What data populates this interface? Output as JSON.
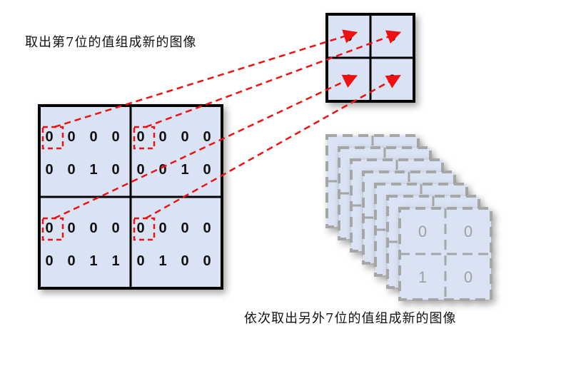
{
  "captions": {
    "top": "取出第7位的值组成新的图像",
    "bottom": "依次取出另外7位的值组成新的图像"
  },
  "source_grid": {
    "blocks": [
      [
        [
          "0",
          "0",
          "0",
          "0"
        ],
        [
          "0",
          "0",
          "1",
          "0"
        ]
      ],
      [
        [
          "0",
          "0",
          "0",
          "0"
        ],
        [
          "0",
          "0",
          "1",
          "0"
        ]
      ],
      [
        [
          "0",
          "0",
          "0",
          "0"
        ],
        [
          "0",
          "0",
          "1",
          "1"
        ]
      ],
      [
        [
          "0",
          "0",
          "0",
          "0"
        ],
        [
          "0",
          "1",
          "0",
          "0"
        ]
      ]
    ]
  },
  "result_grid": [
    "0",
    "0",
    "0",
    "0"
  ],
  "stack_front_grid": [
    "0",
    "0",
    "1",
    "0"
  ],
  "stack_count": 7,
  "colors": {
    "cell_fill": "#dae3f3",
    "arrow": "#ee1111",
    "stack_border": "#a6a6a6",
    "stack_text": "#a0a0a0"
  }
}
